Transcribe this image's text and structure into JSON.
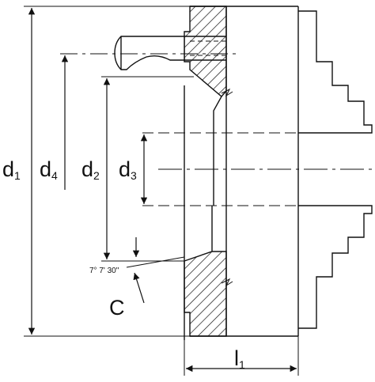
{
  "labels": {
    "d1": "d",
    "d1_sub": "1",
    "d4": "d",
    "d4_sub": "4",
    "d2": "d",
    "d2_sub": "2",
    "d3": "d",
    "d3_sub": "3",
    "c": "C",
    "l1": "l",
    "l1_sub": "1",
    "angle": "7° 7' 30\""
  },
  "colors": {
    "line": "#111111",
    "hatch": "#111111",
    "background": "#ffffff"
  }
}
